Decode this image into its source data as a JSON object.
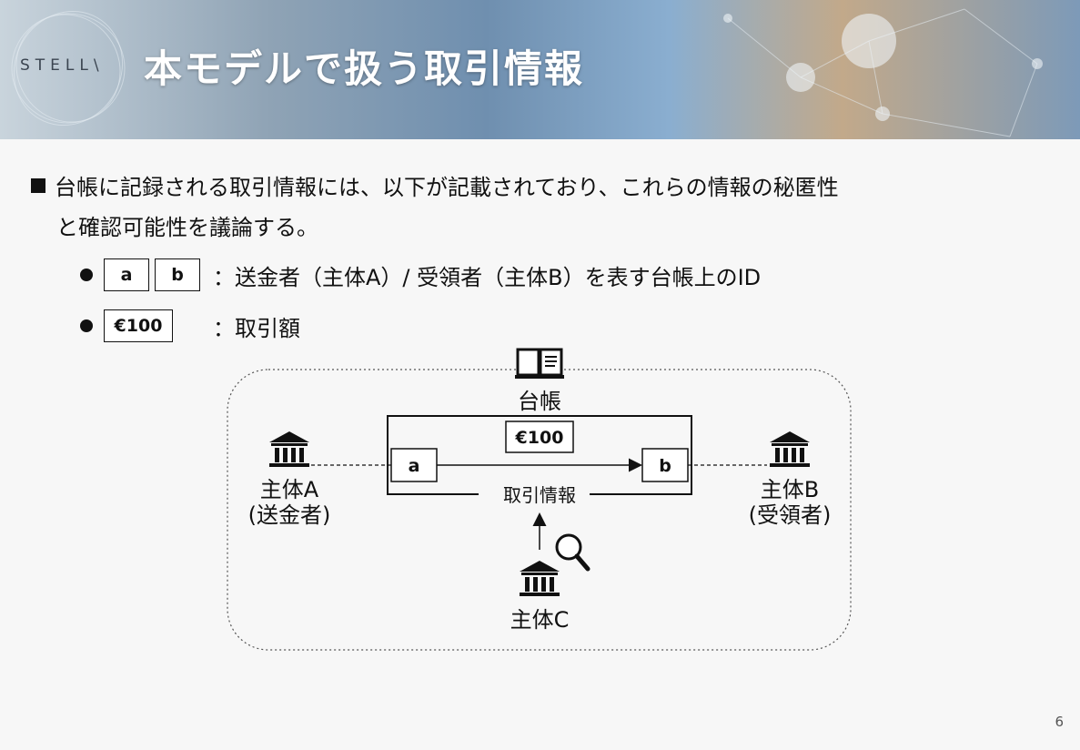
{
  "header": {
    "logo_text": "STELL\\",
    "title": "本モデルで扱う取引情報"
  },
  "intro": {
    "line1": "台帳に記録される取引情報には、以下が記載されており、これらの情報の秘匿性",
    "line2": "と確認可能性を議論する。"
  },
  "bullets": [
    {
      "boxes": [
        "a",
        "b"
      ],
      "text": "：送金者（主体A）/ 受領者（主体B）を表す台帳上のID"
    },
    {
      "boxes": [
        "€100"
      ],
      "text": "：取引額"
    }
  ],
  "diagram": {
    "ledger_label": "台帳",
    "amount": "€100",
    "id_a": "a",
    "id_b": "b",
    "tx_label": "取引情報",
    "entity_a": {
      "name": "主体A",
      "role": "(送金者)"
    },
    "entity_b": {
      "name": "主体B",
      "role": "(受領者)"
    },
    "entity_c": {
      "name": "主体C"
    },
    "icons": [
      "book-icon",
      "bank-icon",
      "magnifier-icon"
    ]
  },
  "page_number": "6"
}
